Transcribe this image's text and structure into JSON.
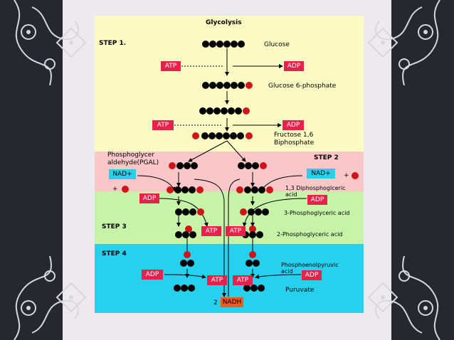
{
  "colors": {
    "page_bg": "#26282e",
    "frame": "#eceaec",
    "step1": "#fdfbc4",
    "step2": "#f9c7c8",
    "step3": "#c6f3a8",
    "step4": "#27d1ee",
    "atp": "#e8204c",
    "nad": "#29d0ee",
    "nadh": "#f05a1e",
    "carbon": "#000000",
    "phosphate": "#d0141c"
  },
  "title": "Glycolysis",
  "steps": {
    "s1": "STEP 1.",
    "s2": "STEP 2",
    "s3": "STEP 3",
    "s4": "STEP 4"
  },
  "compounds": {
    "glucose": "Glucose",
    "g6p": "Glucose 6-phosphate",
    "fbp1": "Fructose 1,6",
    "fbp2": "Biphosphate",
    "pgal1": "Phosphoglycer",
    "pgal2": "aldehyde(PGAL)",
    "dpg1": "1,3 Diphosphoglceric",
    "dpg2": "acid",
    "pga3": "3-Phosphoglyceric acid",
    "pga2": "2-Phosphoglyceric acid",
    "pep1": "Phosphoenolpyruvic",
    "pep2": "acid",
    "pyruvate": "Puruvate"
  },
  "labels": {
    "atp": "ATP",
    "adp": "ADP",
    "nad": "NAD+",
    "plus": "+",
    "nadh": "NADH",
    "nadh_count": "2"
  }
}
